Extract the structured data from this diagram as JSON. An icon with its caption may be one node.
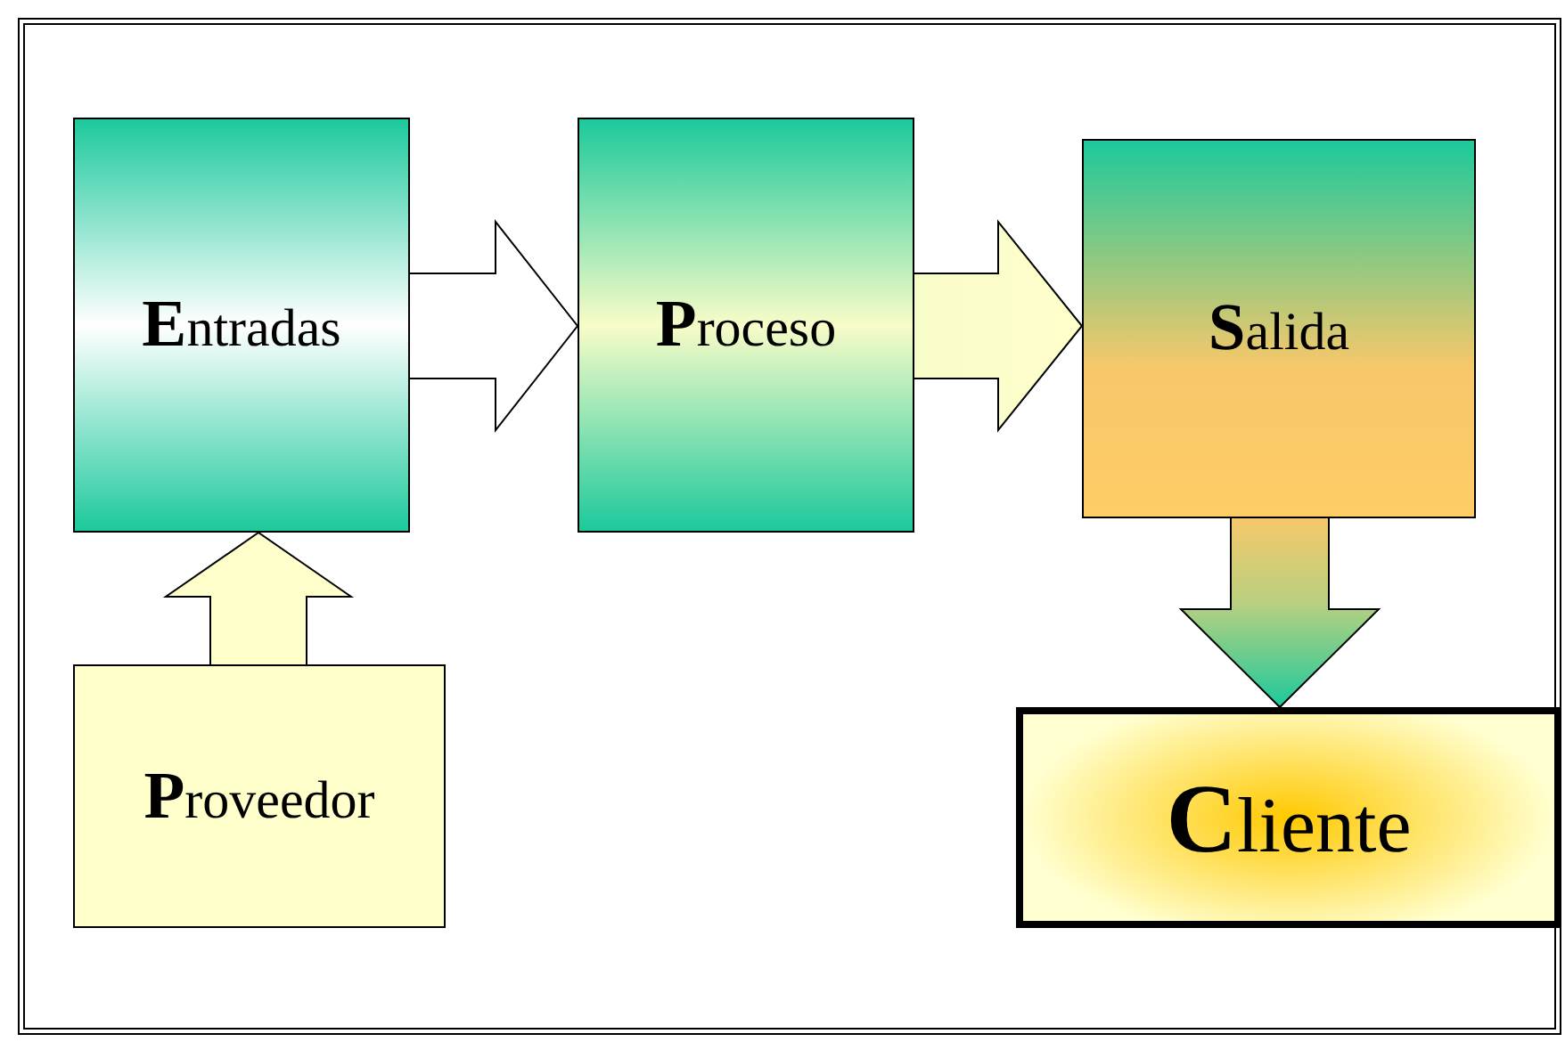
{
  "diagram": {
    "nodes": [
      {
        "text": [
          "**E**ntradas"
        ]
      },
      {
        "text": [
          "**P**roceso"
        ]
      },
      {
        "text": [
          "**S**alida"
        ]
      },
      {
        "text": [
          "**P**roveedor"
        ]
      },
      {
        "text": [
          "**C**liente"
        ]
      }
    ],
    "edges": [
      {
        "from": 0,
        "to": 1,
        "arrow": "to"
      },
      {
        "from": 1,
        "to": 2,
        "arrow": "to"
      },
      {
        "from": 3,
        "to": 0,
        "arrow": "to"
      },
      {
        "from": 2,
        "to": 4,
        "arrow": "to"
      }
    ]
  }
}
